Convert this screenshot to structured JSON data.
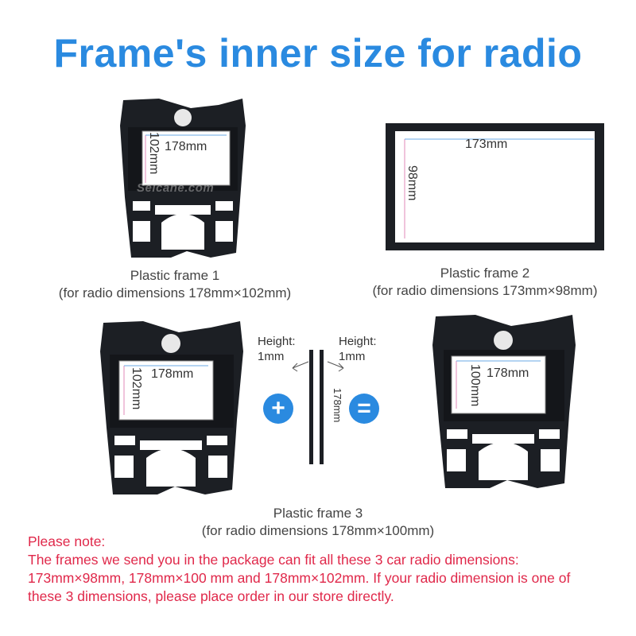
{
  "title": "Frame's inner size for radio",
  "watermark": "Seicane.com",
  "frame1": {
    "width_label": "178mm",
    "height_label": "102mm",
    "caption_line1": "Plastic frame 1",
    "caption_line2": "(for radio dimensions 178mm×102mm)"
  },
  "frame2": {
    "width_label": "173mm",
    "height_label": "98mm",
    "caption_line1": "Plastic frame 2",
    "caption_line2": "(for radio dimensions 173mm×98mm)"
  },
  "frame3": {
    "left_width_label": "178mm",
    "left_height_label": "102mm",
    "right_width_label": "178mm",
    "right_height_label": "100mm",
    "strip_length_label": "178mm",
    "strip_left_label_1": "Height:",
    "strip_left_label_2": "1mm",
    "strip_right_label_1": "Height:",
    "strip_right_label_2": "1mm",
    "plus_symbol": "+",
    "equals_symbol": "=",
    "caption_line1": "Plastic frame 3",
    "caption_line2": "(for radio dimensions 178mm×100mm)"
  },
  "note": {
    "heading": "Please note:",
    "line1": "The frames we send you in the package can fit all these 3 car radio dimensions:",
    "line2": "173mm×98mm,  178mm×100 mm and  178mm×102mm. If your radio dimension is one of",
    "line3": "these 3 dimensions, please place order in our store directly."
  },
  "colors": {
    "title": "#2a8ae0",
    "frame": "#1c1f24",
    "note": "#e0284a",
    "accent_circle": "#2a8ae0"
  }
}
